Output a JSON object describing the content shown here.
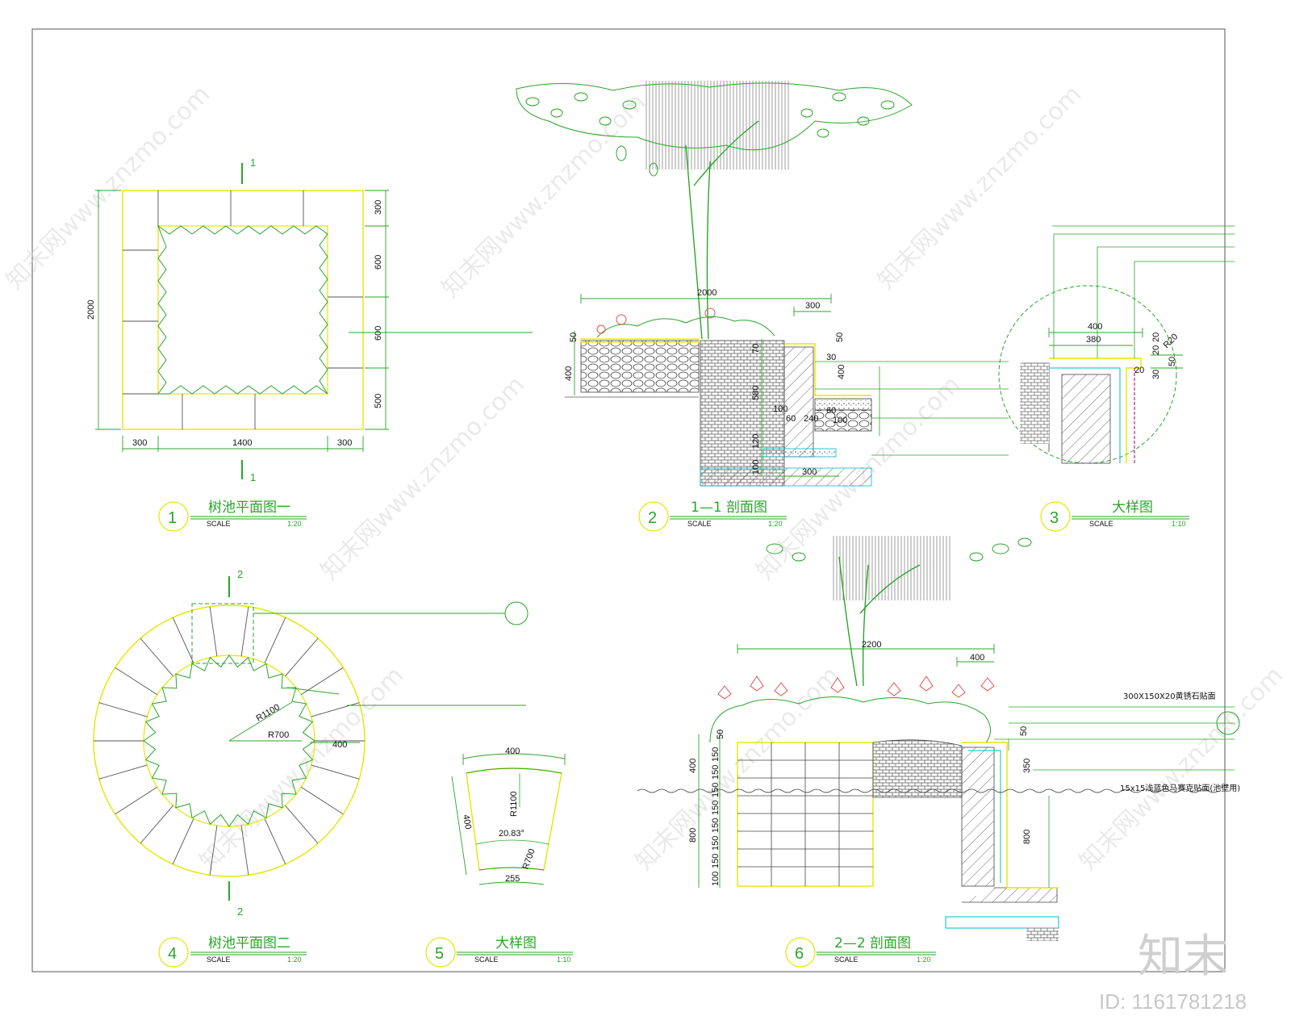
{
  "drawings": {
    "d1": {
      "number": "1",
      "title": "树池平面图一",
      "scale_label": "SCALE",
      "scale": "1:20",
      "section_mark": "1",
      "dims": {
        "total_h": "2000",
        "r1": "300",
        "r2": "600",
        "r3": "600",
        "r4": "500",
        "b1": "300",
        "b2": "1400",
        "b3": "300"
      }
    },
    "d2": {
      "number": "2",
      "title": "1—1 剖面图",
      "scale_label": "SCALE",
      "scale": "1:20",
      "dims": {
        "w": "2000",
        "w2": "300",
        "h1": "50",
        "h2": "400",
        "v1": "70",
        "v2": "580",
        "v3": "120",
        "v4": "100",
        "a": "50",
        "b": "30",
        "c": "400",
        "d": "100",
        "e": "60",
        "f": "240",
        "g": "60",
        "h": "100",
        "i": "300"
      }
    },
    "d3": {
      "number": "3",
      "title": "大样图",
      "scale_label": "SCALE",
      "scale": "1:10",
      "dims": {
        "a": "400",
        "b": "380",
        "c": "R20",
        "d": "20",
        "e": "20",
        "f": "50",
        "g": "30",
        "h": "20"
      }
    },
    "d4": {
      "number": "4",
      "title": "树池平面图二",
      "scale_label": "SCALE",
      "scale": "1:20",
      "section_mark": "2",
      "dims": {
        "r1": "R1100",
        "r2": "R700",
        "w": "400"
      }
    },
    "d5": {
      "number": "5",
      "title": "大样图",
      "scale_label": "SCALE",
      "scale": "1:10",
      "dims": {
        "top": "400",
        "side": "400",
        "r1": "R1100",
        "angle": "20.83°",
        "r2": "R700",
        "bottom": "255"
      }
    },
    "d6": {
      "number": "6",
      "title": "2—2 剖面图",
      "scale_label": "SCALE",
      "scale": "1:20",
      "dims": {
        "w": "2200",
        "w2": "400",
        "h1": "50",
        "h2": "400",
        "h3": "800",
        "rows": [
          "150",
          "150",
          "150",
          "150",
          "150",
          "150",
          "150",
          "100"
        ],
        "c1": "50",
        "c2": "350",
        "c3": "800"
      },
      "notes": {
        "n1": "300X150X20黄锈石贴面",
        "n2": "15x15浅蓝色马赛克贴面(池壁用)"
      }
    }
  },
  "watermark": {
    "text": "知末网www.znzmo.com",
    "brand": "知末",
    "id": "ID: 1161781218"
  },
  "colors": {
    "line": "#1a1a1a",
    "green": "#2aa52a",
    "yellow": "#e6e600",
    "cyan": "#00b8c8",
    "red": "#e05050"
  }
}
